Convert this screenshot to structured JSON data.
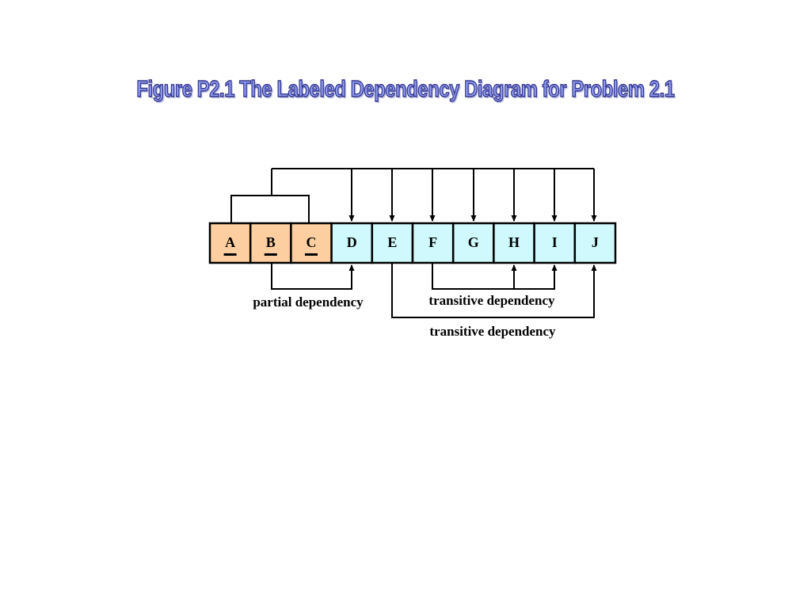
{
  "title": "Figure P2.1  The Labeled Dependency Diagram for Problem 2.1",
  "colors": {
    "key_fill": "#fdcfa0",
    "attr_fill": "#cff9fc",
    "line": "#000000",
    "title": "#8e9cf0",
    "title_stroke": "#34348c"
  },
  "attributes": [
    {
      "name": "A",
      "is_key": true
    },
    {
      "name": "B",
      "is_key": true
    },
    {
      "name": "C",
      "is_key": true
    },
    {
      "name": "D",
      "is_key": false
    },
    {
      "name": "E",
      "is_key": false
    },
    {
      "name": "F",
      "is_key": false
    },
    {
      "name": "G",
      "is_key": false
    },
    {
      "name": "H",
      "is_key": false
    },
    {
      "name": "I",
      "is_key": false
    },
    {
      "name": "J",
      "is_key": false
    }
  ],
  "labels": {
    "partial": "partial dependency",
    "transitive_fhi": "transitive dependency",
    "transitive_ej": "transitive dependency"
  }
}
